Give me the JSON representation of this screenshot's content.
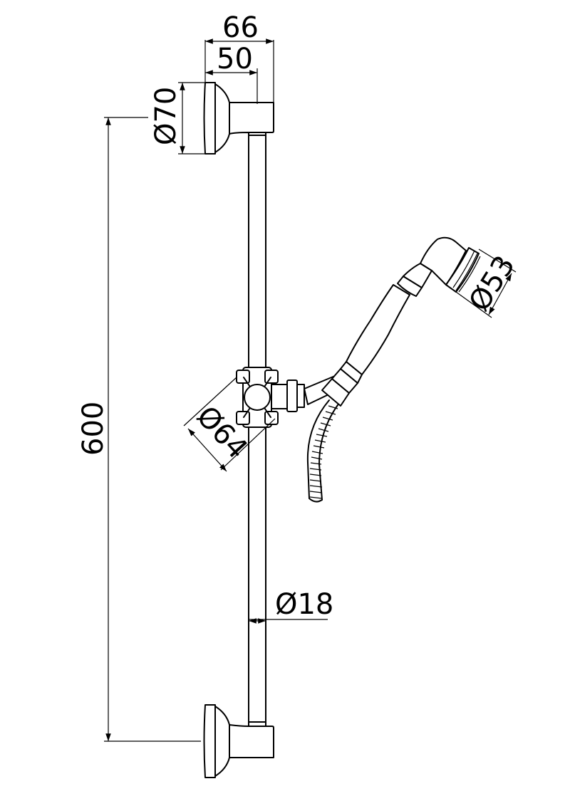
{
  "drawing": {
    "dimensions": {
      "d66": "66",
      "d50": "50",
      "d70": "Ø70",
      "d600": "600",
      "d64": "Ø64",
      "d18": "Ø18",
      "d53": "Ø53"
    }
  }
}
